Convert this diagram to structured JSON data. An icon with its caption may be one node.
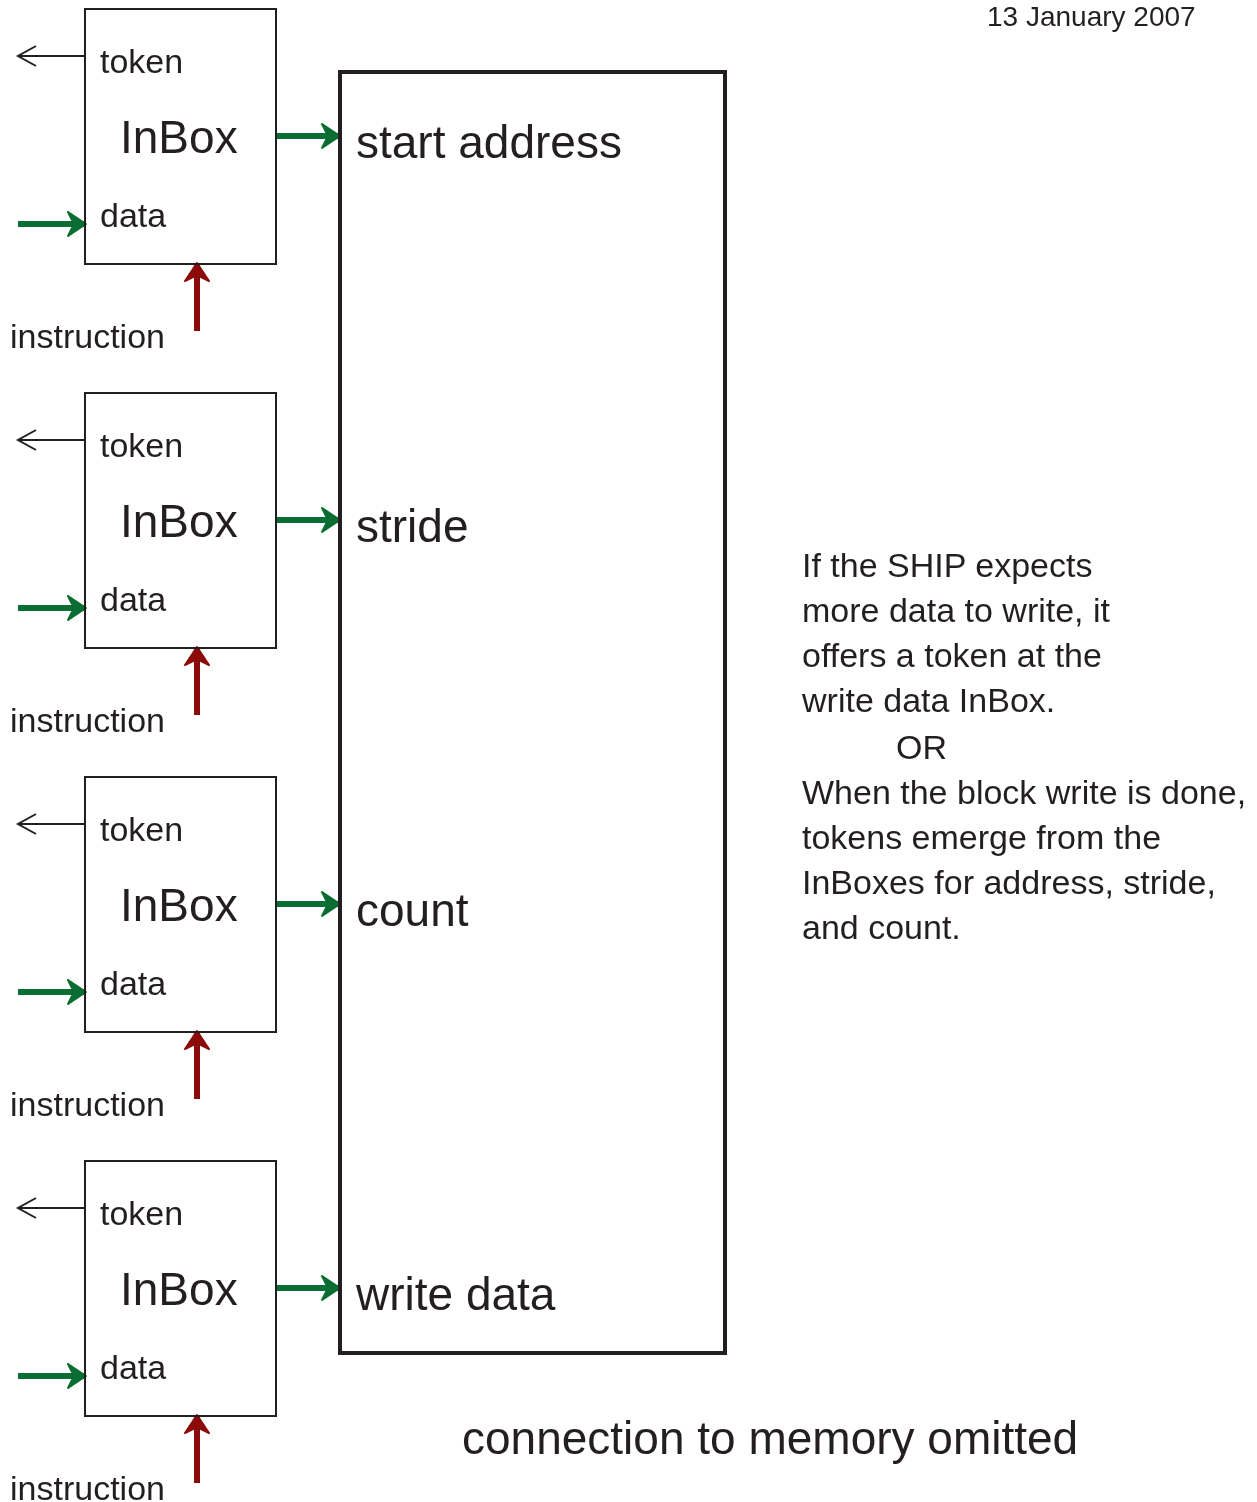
{
  "diagram": {
    "nodes": [
      {
        "text": [
          "token",
          "InBox",
          "data"
        ]
      },
      {
        "text": [
          "token",
          "InBox",
          "data"
        ]
      },
      {
        "text": [
          "token",
          "InBox",
          "data"
        ]
      },
      {
        "text": [
          "token",
          "InBox",
          "data"
        ]
      },
      {
        "text": [
          "start address",
          "stride",
          "count",
          "write data"
        ]
      }
    ],
    "edges": [
      {
        "from": 0,
        "to": null,
        "arrow": "to"
      },
      {
        "from": 0,
        "to": 4,
        "arrow": "to",
        "color": "#0a6e32"
      },
      {
        "from": null,
        "to": 0,
        "arrow": "to",
        "color": "#0a6e32"
      },
      {
        "from": null,
        "to": 0,
        "arrow": "to",
        "color": "#8b0a0a",
        "label": "instruction"
      },
      {
        "from": 1,
        "to": null,
        "arrow": "to"
      },
      {
        "from": 1,
        "to": 4,
        "arrow": "to",
        "color": "#0a6e32"
      },
      {
        "from": null,
        "to": 1,
        "arrow": "to",
        "color": "#0a6e32"
      },
      {
        "from": null,
        "to": 1,
        "arrow": "to",
        "color": "#8b0a0a",
        "label": "instruction"
      },
      {
        "from": 2,
        "to": null,
        "arrow": "to"
      },
      {
        "from": 2,
        "to": 4,
        "arrow": "to",
        "color": "#0a6e32"
      },
      {
        "from": null,
        "to": 2,
        "arrow": "to",
        "color": "#0a6e32"
      },
      {
        "from": null,
        "to": 2,
        "arrow": "to",
        "color": "#8b0a0a",
        "label": "instruction"
      },
      {
        "from": 3,
        "to": null,
        "arrow": "to"
      },
      {
        "from": 3,
        "to": 4,
        "arrow": "to",
        "color": "#0a6e32"
      },
      {
        "from": null,
        "to": 3,
        "arrow": "to",
        "color": "#0a6e32"
      },
      {
        "from": null,
        "to": 3,
        "arrow": "to",
        "color": "#8b0a0a",
        "label": "instruction"
      }
    ],
    "labels": [
      "13 January 2007",
      "If the SHIP expects more data to write, it offers a token at the write data InBox.",
      "OR",
      "When the block write is done, tokens emerge from the InBoxes for address, stride, and count.",
      "connection to memory omitted"
    ]
  }
}
